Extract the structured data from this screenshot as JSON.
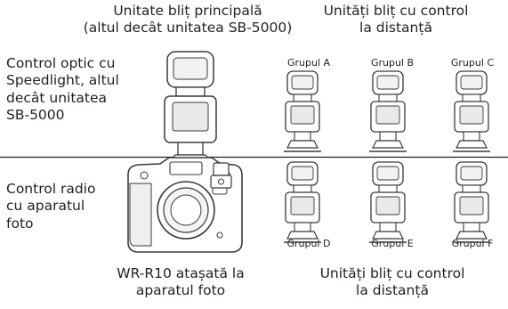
{
  "top": {
    "master_caption": [
      "Unitate bliț principală",
      "(altul decât unitatea SB-5000)"
    ],
    "remote_caption": [
      "Unități bliț cu control",
      "la distanță"
    ],
    "optical_label": [
      "Control optic cu",
      "Speedlight, altul",
      "decât unitatea",
      "SB-5000"
    ],
    "groups": [
      "Grupul A",
      "Grupul B",
      "Grupul C"
    ]
  },
  "bottom": {
    "radio_label": [
      "Control radio",
      "cu aparatul",
      "foto"
    ],
    "wr_caption": [
      "WR-R10 atașată la",
      "aparatul foto"
    ],
    "remote_caption": [
      "Unități bliț cu control",
      "la distanță"
    ],
    "groups": [
      "Grupul D",
      "Grupul E",
      "Grupul F"
    ]
  },
  "colors": {
    "line": "#231f20",
    "stroke": "#3a3a3a",
    "fill": "#ffffff",
    "shade": "#e9e9e9"
  },
  "icons": [
    "speedlight-icon",
    "camera-icon",
    "wr-r10-transmitter-icon"
  ]
}
